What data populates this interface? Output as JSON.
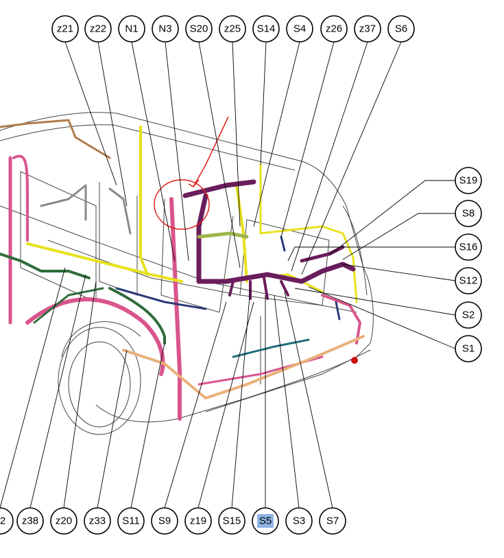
{
  "top_labels": [
    "z21",
    "z22",
    "N1",
    "N3",
    "S20",
    "z25",
    "S14",
    "S4",
    "z26",
    "z37",
    "S6"
  ],
  "right_labels": [
    "S19",
    "S8",
    "S16",
    "S12",
    "S2",
    "S1"
  ],
  "bottom_labels": [
    "2",
    "z38",
    "z20",
    "z33",
    "S11",
    "S9",
    "z19",
    "S15",
    "S5",
    "S3",
    "S7"
  ],
  "selected_label": "S5",
  "colors": {
    "highlight": "#8fb4e3",
    "annotation": "#e0201a",
    "harness_pink": "#d9558c",
    "harness_purple": "#6a1d5c",
    "harness_yellow": "#e6e21c",
    "harness_green": "#2e6b3a",
    "harness_olive": "#9cb54a",
    "harness_tan": "#e9b07a",
    "harness_teal": "#1f6f7a",
    "harness_navy": "#2a3a78"
  }
}
